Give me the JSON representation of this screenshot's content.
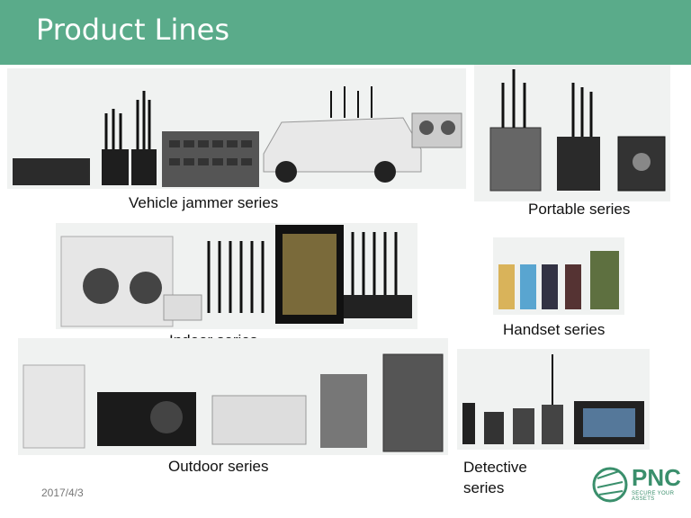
{
  "header": {
    "title": "Product Lines"
  },
  "sections": {
    "vehicle": "Vehicle jammer series",
    "portable": "Portable series",
    "indoor": "Indoor series",
    "handset": "Handset series",
    "outdoor": "Outdoor series",
    "detective": "Detective\nseries"
  },
  "footer": {
    "date": "2017/4/3"
  },
  "logo": {
    "brand": "PNC",
    "tagline": "SECURE YOUR ASSETS"
  },
  "colors": {
    "header": "#5aab8a",
    "brand": "#3a8f6c"
  }
}
